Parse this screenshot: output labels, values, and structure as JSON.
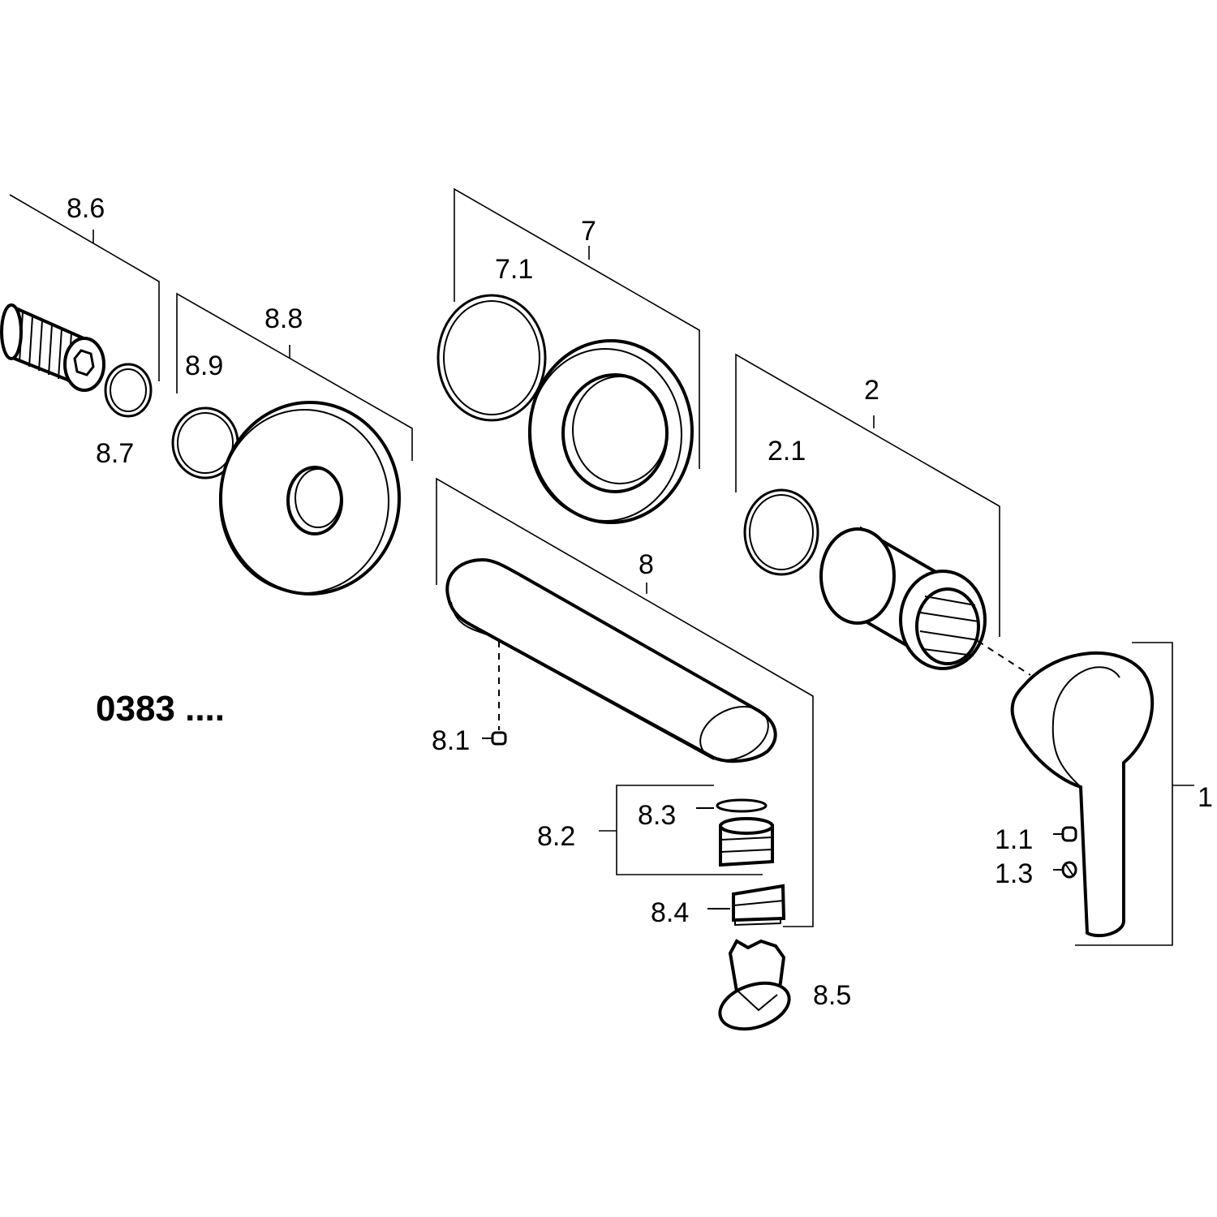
{
  "model_number": "0383 ....",
  "parts": {
    "p1": "1",
    "p1_1": "1.1",
    "p1_3": "1.3",
    "p2": "2",
    "p2_1": "2.1",
    "p7": "7",
    "p7_1": "7.1",
    "p8": "8",
    "p8_1": "8.1",
    "p8_2": "8.2",
    "p8_3": "8.3",
    "p8_4": "8.4",
    "p8_5": "8.5",
    "p8_6": "8.6",
    "p8_7": "8.7",
    "p8_8": "8.8",
    "p8_9": "8.9"
  }
}
